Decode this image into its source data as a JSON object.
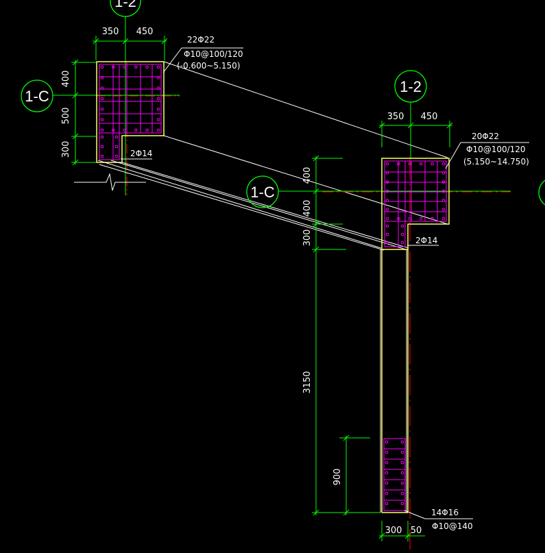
{
  "colors": {
    "background": "#000000",
    "dimension": "#00ff00",
    "concrete": "#ffff66",
    "rebar": "#ff00ff",
    "centerline": "#ff0000",
    "outline": "#ffffff",
    "axis_circle": "#00ff00"
  },
  "axes": {
    "top_left": "1-2",
    "left_top": "1-C",
    "right_top": "1-2",
    "middle": "1-C"
  },
  "left_column": {
    "dim_top_a": "350",
    "dim_top_b": "450",
    "dim_side_1": "400",
    "dim_side_2": "500",
    "dim_side_3": "300",
    "note_main_bars": "22Φ22",
    "note_stirrups": "Φ10@100/120",
    "note_range": "(-0.600~5.150)",
    "note_small_bars": "2Φ14"
  },
  "right_column": {
    "dim_top_a": "350",
    "dim_top_b": "450",
    "dim_side_1": "400",
    "dim_side_2": "400",
    "dim_side_3": "300",
    "dim_height": "3150",
    "dim_bottom_seg": "900",
    "dim_bottom_a": "300",
    "dim_bottom_b": "50",
    "note_main_bars": "20Φ22",
    "note_stirrups": "Φ10@100/120",
    "note_range": "(5.150~14.750)",
    "note_small_bars": "2Φ14",
    "note_bottom_bars": "14Φ16",
    "note_bottom_stirrups": "Φ10@140"
  }
}
